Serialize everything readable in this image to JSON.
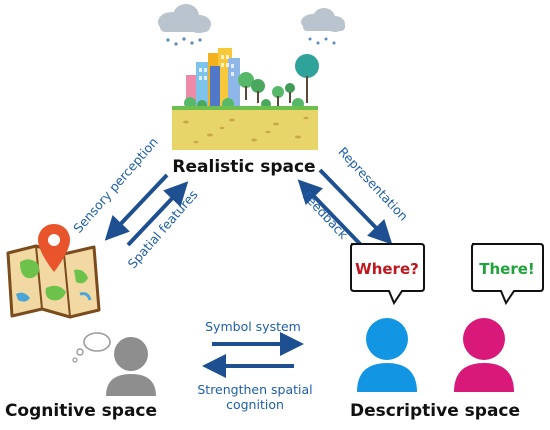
{
  "nodes": {
    "realistic": {
      "title": "Realistic space"
    },
    "cognitive": {
      "title": "Cognitive space"
    },
    "descriptive": {
      "title": "Descriptive space"
    }
  },
  "edges": {
    "sensory_perception": "Sensory perception",
    "spatial_features": "Spatial features",
    "representation": "Representation",
    "feedback": "Feedback",
    "symbol_system": "Symbol system",
    "strengthen_line1": "Strengthen spatial",
    "strengthen_line2": "cognition"
  },
  "bubbles": {
    "where": {
      "text": "Where?",
      "color": "#c0181f"
    },
    "there": {
      "text": "There!",
      "color": "#1fa33a"
    }
  },
  "colors": {
    "arrow": "#1d4f91",
    "label": "#1f5fa8",
    "person_blue": "#1296e3",
    "person_pink": "#d8197a",
    "person_gray": "#8e8e8e",
    "ground": "#e8d56a",
    "cloud": "#b9c4ce"
  },
  "icons": [
    "cloud-icon",
    "city-icon",
    "map-icon",
    "location-pin-icon",
    "thought-bubble-icon",
    "person-icon",
    "speech-bubble-icon"
  ]
}
